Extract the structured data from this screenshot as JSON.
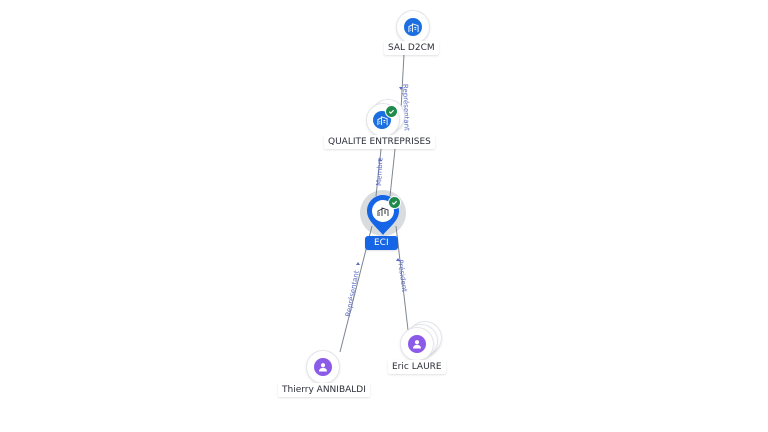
{
  "nodes": {
    "sal_d2cm": {
      "name": "SAL D2CM",
      "type": "company",
      "icon": "building-icon"
    },
    "qualite": {
      "name": "QUALITE ENTREPRISES",
      "type": "company",
      "icon": "building-icon",
      "verified": true
    },
    "eci": {
      "name": "ECI",
      "type": "company",
      "icon": "building-icon",
      "verified": true,
      "selected": true
    },
    "thierry": {
      "name": "Thierry ANNIBALDI",
      "type": "person",
      "icon": "person-icon"
    },
    "eric": {
      "name": "Eric LAURE",
      "type": "person",
      "icon": "person-icon"
    }
  },
  "edges": {
    "qualite_sal": {
      "label": "Représentant"
    },
    "eci_qualite": {
      "label": "Membre"
    },
    "thierry_eci": {
      "label": "Représentant"
    },
    "eric_eci": {
      "label": "Président"
    }
  },
  "colors": {
    "company": "#1b6fe0",
    "person": "#8b5ae8",
    "verified": "#1f8a4c",
    "selected_label": "#1565e6",
    "edge_label": "#5b6cc4"
  }
}
